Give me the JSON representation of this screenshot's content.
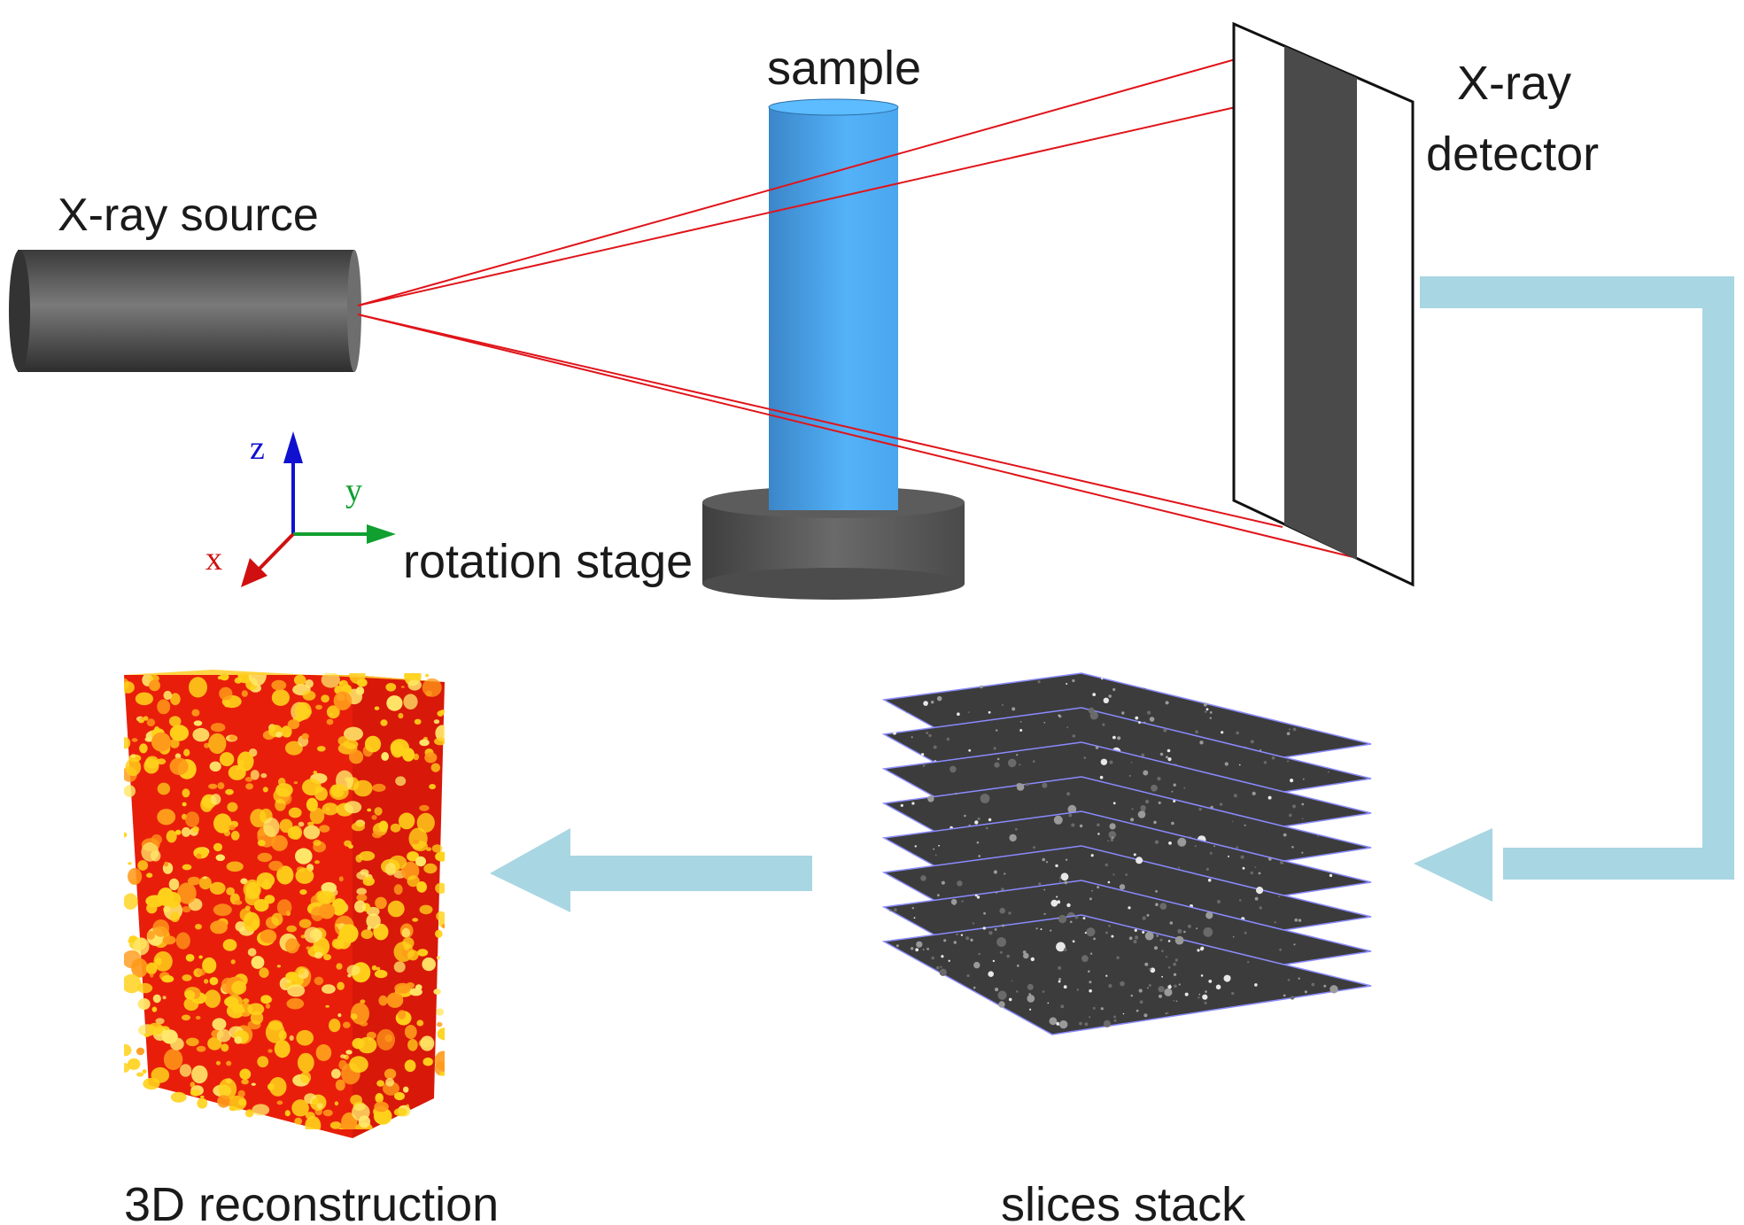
{
  "labels": {
    "xray_source": "X-ray source",
    "sample": "sample",
    "detector_line1": "X-ray",
    "detector_line2": "detector",
    "rotation_stage": "rotation stage",
    "reconstruction": "3D reconstruction",
    "slices_stack": "slices stack"
  },
  "axes": {
    "z": "z",
    "y": "y",
    "x": "x"
  },
  "colors": {
    "beam": "#e0141a",
    "sample": "#4aa8f0",
    "flow_arrow": "#a8d6e2",
    "axis_z": "#1010d0",
    "axis_y": "#10a030",
    "axis_x": "#d01010",
    "stage": "#5a5a5a",
    "source": "#555555",
    "detector_shadow": "#4a4a4a",
    "slice_outline": "#8a8aff",
    "recon_base": "#e81e0a",
    "recon_highlight": "#ffd21a"
  },
  "slices": {
    "count": 8
  },
  "icons": {
    "source": "xray-tube-icon",
    "sample": "cylinder-sample-icon",
    "stage": "rotation-stage-icon",
    "detector": "detector-panel-icon",
    "slices": "slice-stack-icon",
    "volume": "reconstruction-volume-icon"
  }
}
